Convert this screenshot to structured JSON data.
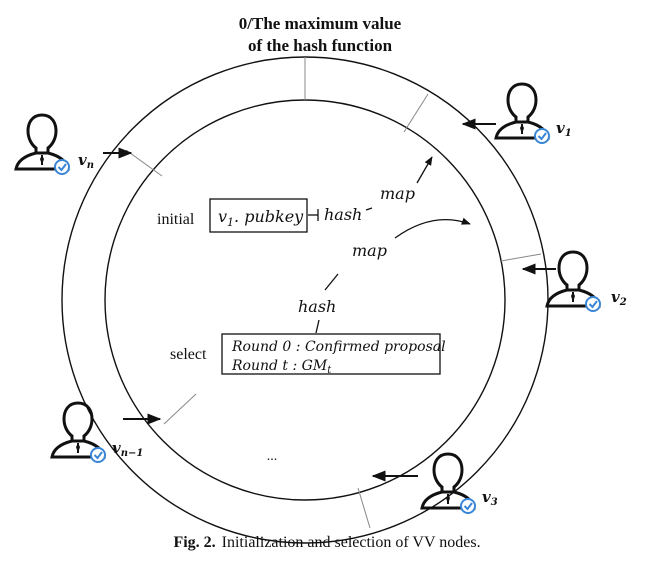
{
  "title": {
    "line1": "0/The maximum value",
    "line2": "of the hash function"
  },
  "left_labels": {
    "initial": "initial",
    "select": "select"
  },
  "pubkey_box": {
    "v": "v",
    "sub": "1",
    "rest": ". pubkey"
  },
  "select_box": {
    "line1": "Round 0 : Confirmed proposal",
    "line2_prefix": "Round t : GM",
    "line2_sub": "t"
  },
  "flow_labels": {
    "hash_top": "hash",
    "map_top": "map",
    "map_mid": "map",
    "hash_mid": "hash"
  },
  "ellipsis": "...",
  "nodes": [
    {
      "id": "v1",
      "base": "v",
      "sub": "1"
    },
    {
      "id": "v2",
      "base": "v",
      "sub": "2"
    },
    {
      "id": "v3",
      "base": "v",
      "sub": "3"
    },
    {
      "id": "vn",
      "base": "v",
      "sub": "n"
    },
    {
      "id": "vn-1",
      "base": "v",
      "sub": "n−1"
    }
  ],
  "caption": {
    "label": "Fig. 2.",
    "text": "Initialization and selection of VV nodes."
  },
  "colors": {
    "line": "#111111",
    "badge": "#3a86d6"
  },
  "icons": {
    "user": "user-verified-icon"
  }
}
